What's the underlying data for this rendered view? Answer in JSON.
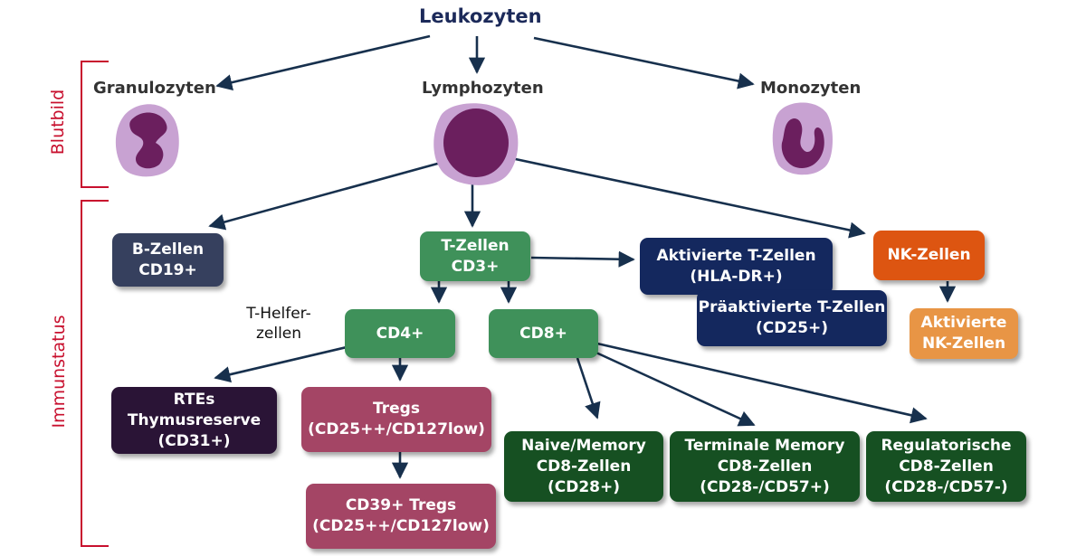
{
  "title": "Leukozyten",
  "categories": {
    "granulocytes": "Granulozyten",
    "lymphocytes": "Lymphozyten",
    "monocytes": "Monozyten"
  },
  "side_labels": {
    "blood_count": "Blutbild",
    "immune_status": "Immunstatus"
  },
  "helper_label": {
    "line1": "T-Helfer-",
    "line2": "zellen"
  },
  "boxes": {
    "b_cells": {
      "line1": "B-Zellen",
      "line2": "CD19+"
    },
    "t_cells": {
      "line1": "T-Zellen",
      "line2": "CD3+"
    },
    "activated_t": {
      "line1": "Aktivierte T-Zellen",
      "line2": "(HLA-DR+)"
    },
    "preactivated_t": {
      "line1": "Präaktivierte T-Zellen",
      "line2": "(CD25+)"
    },
    "nk_cells": {
      "line1": "NK-Zellen"
    },
    "activated_nk": {
      "line1": "Aktivierte",
      "line2": "NK-Zellen"
    },
    "cd4": {
      "line1": "CD4+"
    },
    "cd8": {
      "line1": "CD8+"
    },
    "rtes": {
      "line1": "RTEs",
      "line2": "Thymusreserve",
      "line3": "(CD31+)"
    },
    "tregs": {
      "line1": "Tregs",
      "line2": "(CD25++/CD127low)"
    },
    "cd39_tregs": {
      "line1": "CD39+ Tregs",
      "line2": "(CD25++/CD127low)"
    },
    "naive_memory": {
      "line1": "Naive/Memory",
      "line2": "CD8-Zellen",
      "line3": "(CD28+)"
    },
    "terminal_memory": {
      "line1": "Terminale Memory",
      "line2": "CD8-Zellen",
      "line3": "(CD28-/CD57+)"
    },
    "regulatory": {
      "line1": "Regulatorische",
      "line2": "CD8-Zellen",
      "line3": "(CD28-/CD57-)"
    }
  },
  "colors": {
    "title": "#1c2a5a",
    "arrow": "#17304d",
    "bracket": "#c8102e",
    "cell_outer": "#c8a2d2",
    "cell_nucleus": "#6b1f5e",
    "green": "#3f915a",
    "navy": "#14285e",
    "orange": "#dd5511",
    "rose": "#a44565",
    "dark_green": "#165022"
  }
}
